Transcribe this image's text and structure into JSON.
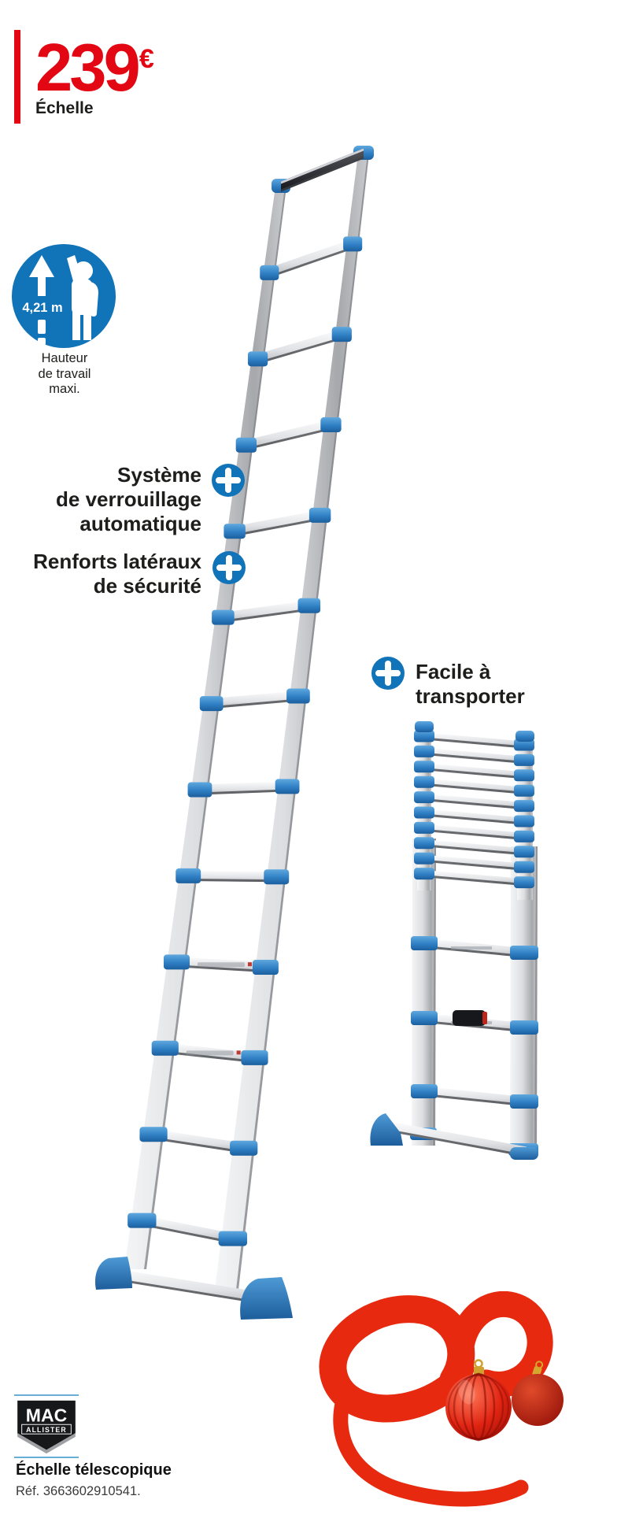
{
  "price": {
    "amount": "239",
    "currency": "€"
  },
  "product_label": "Échelle",
  "height_badge": {
    "value": "4,21 m",
    "caption": [
      "Hauteur",
      "de travail",
      "maxi."
    ]
  },
  "features": [
    {
      "icon": "plus-icon",
      "lines": [
        "Système",
        "de verrouillage",
        "automatique"
      ]
    },
    {
      "icon": "plus-icon",
      "lines": [
        "Renforts latéraux",
        "de sécurité"
      ]
    },
    {
      "icon": "plus-icon",
      "lines": [
        "Facile à",
        "transporter"
      ]
    }
  ],
  "brand": {
    "line1": "MAC",
    "line2": "ALLISTER"
  },
  "product": {
    "name": "Échelle télescopique",
    "reference": "Réf. 3663602910541."
  },
  "colors": {
    "accent_red": "#e30613",
    "info_blue": "#1173b8",
    "ladder_blue": "#2f7fc4",
    "ribbon_red": "#e6290f"
  },
  "icons": {
    "plus": "+",
    "height_badge": "person-with-raised-arm-and-up-arrow"
  }
}
